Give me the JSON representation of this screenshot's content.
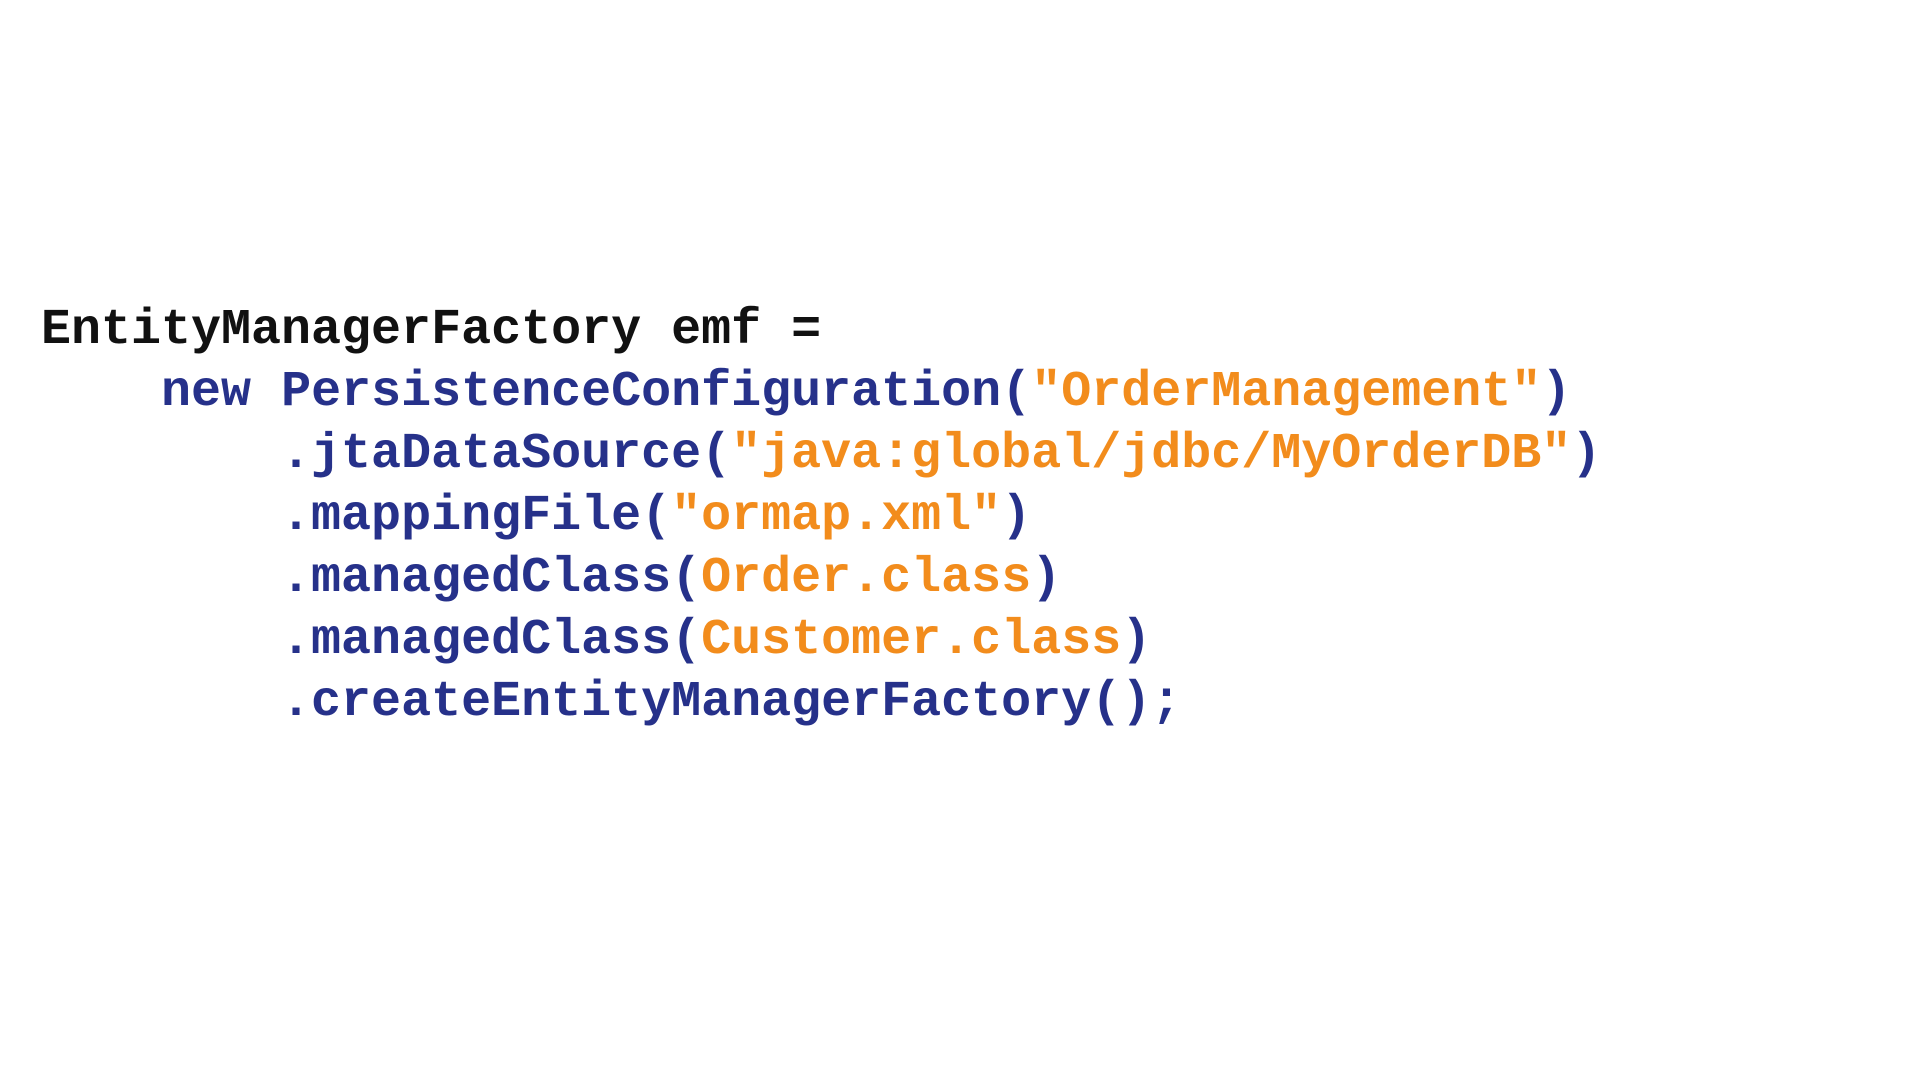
{
  "colors": {
    "plain": "#111111",
    "keyword": "#26318a",
    "string": "#f28c1c",
    "background": "#ffffff"
  },
  "code": {
    "line1": {
      "declaration": "EntityManagerFactory emf ="
    },
    "line2": {
      "indent": "    ",
      "keyword": "new ",
      "class_name": "PersistenceConfiguration",
      "open": "(",
      "arg": "\"OrderManagement\"",
      "close": ")"
    },
    "line3": {
      "indent": "        ",
      "method": ".jtaDataSource",
      "open": "(",
      "arg": "\"java:global/jdbc/MyOrderDB\"",
      "close": ")"
    },
    "line4": {
      "indent": "        ",
      "method": ".mappingFile",
      "open": "(",
      "arg": "\"ormap.xml\"",
      "close": ")"
    },
    "line5": {
      "indent": "        ",
      "method": ".managedClass",
      "open": "(",
      "arg": "Order.class",
      "close": ")"
    },
    "line6": {
      "indent": "        ",
      "method": ".managedClass",
      "open": "(",
      "arg": "Customer.class",
      "close": ")"
    },
    "line7": {
      "indent": "        ",
      "method": ".createEntityManagerFactory",
      "tail": "();"
    }
  }
}
